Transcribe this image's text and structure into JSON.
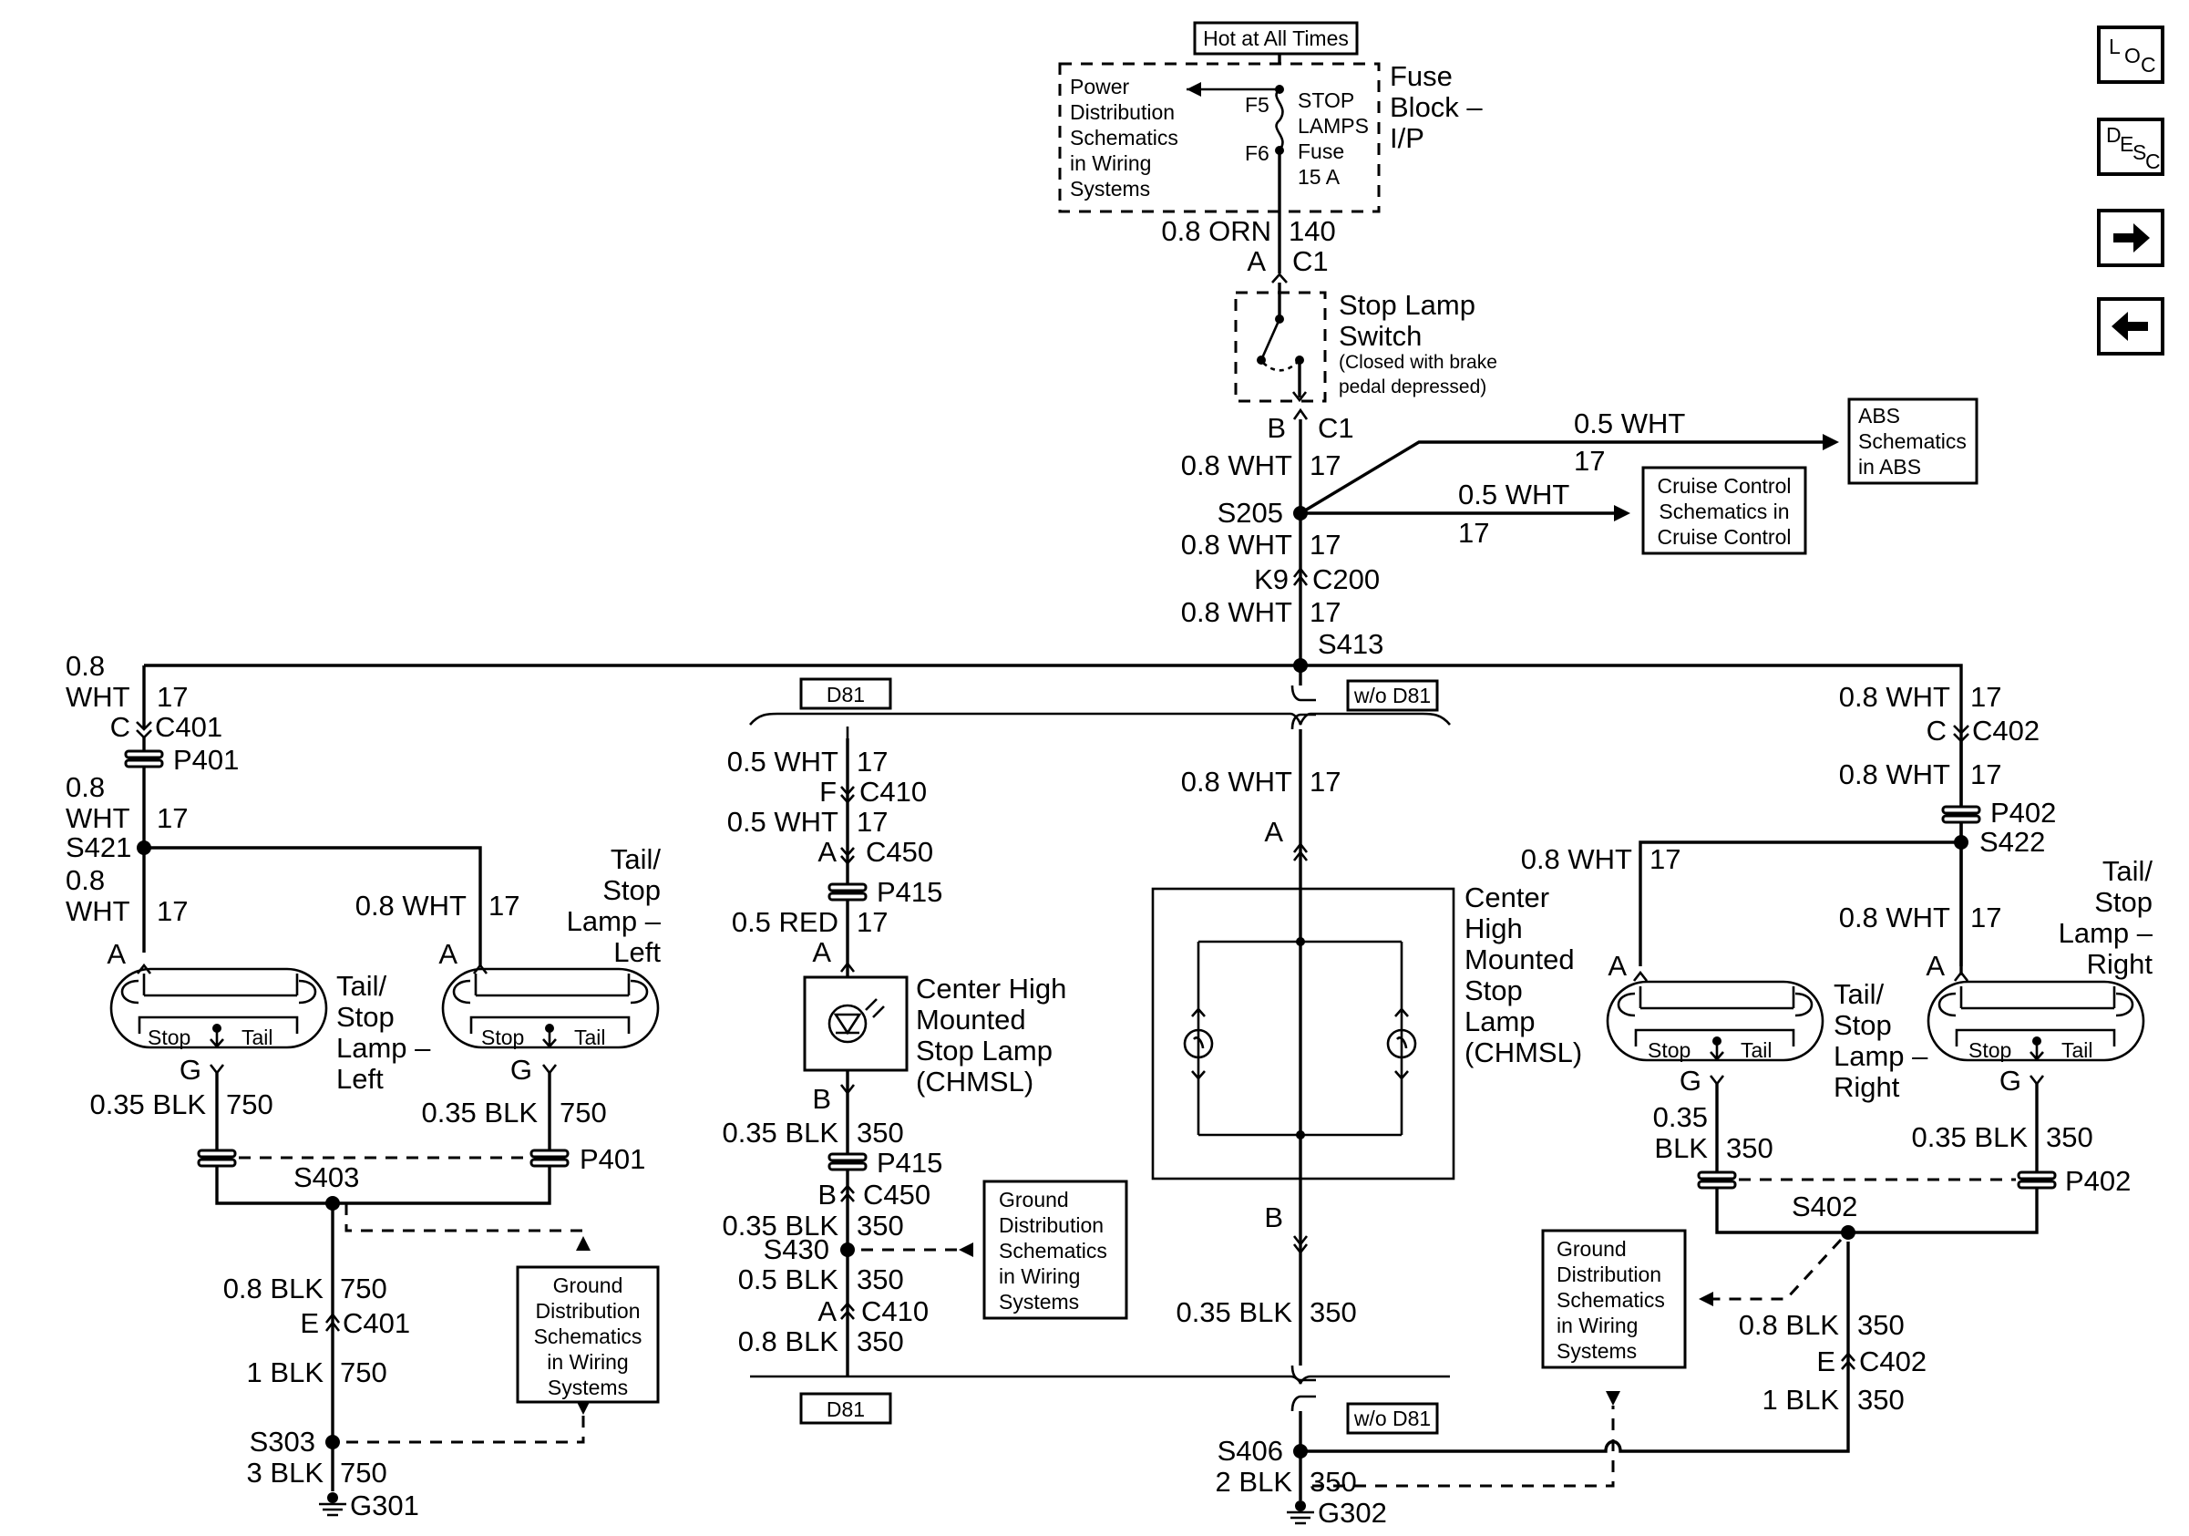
{
  "nav": {
    "loc_1": "L",
    "loc_2": "O",
    "loc_3": "C",
    "desc_1": "D",
    "desc_2": "E",
    "desc_3": "S",
    "desc_4": "C"
  },
  "top": {
    "hot_label": "Hot at All Times",
    "pds_1": "Power",
    "pds_2": "Distribution",
    "pds_3": "Schematics",
    "pds_4": "in Wiring",
    "pds_5": "Systems",
    "f5": "F5",
    "f6": "F6",
    "fuse_1": "STOP",
    "fuse_2": "LAMPS",
    "fuse_3": "Fuse",
    "fuse_4": "15 A",
    "block_1": "Fuse",
    "block_2": "Block –",
    "block_3": "I/P",
    "wire_140": "0.8 ORN",
    "circ_140": "140",
    "pin_a": "A",
    "conn_c1a": "C1",
    "sw_1": "Stop Lamp",
    "sw_2": "Switch",
    "sw_3": "(Closed with brake",
    "sw_4": "pedal depressed)",
    "pin_b": "B",
    "conn_c1b": "C1"
  },
  "mid": {
    "wire1": "0.8 WHT",
    "circ1": "17",
    "s205": "S205",
    "abs_wire": "0.5 WHT",
    "abs_circ": "17",
    "abs_1": "ABS",
    "abs_2": "Schematics",
    "abs_3": "in ABS",
    "cc_wire": "0.5 WHT",
    "cc_circ": "17",
    "cc_1": "Cruise Control",
    "cc_2": "Schematics in",
    "cc_3": "Cruise Control",
    "wire2": "0.8 WHT",
    "circ2": "17",
    "k9": "K9",
    "c200": "C200",
    "wire3": "0.8 WHT",
    "circ3": "17",
    "s413": "S413"
  },
  "left": {
    "w0a": "0.8",
    "w0b": "WHT",
    "c0": "17",
    "pin_c": "C",
    "c401": "C401",
    "p401": "P401",
    "w1a": "0.8",
    "w1b": "WHT",
    "c1": "17",
    "s421": "S421",
    "w2a": "0.8",
    "w2b": "WHT",
    "c2": "17",
    "w3": "0.8 WHT",
    "c3": "17",
    "lamp2_1": "Tail/",
    "lamp2_2": "Stop",
    "lamp2_3": "Lamp –",
    "lamp2_4": "Left",
    "lamp1_1": "Tail/",
    "lamp1_2": "Stop",
    "lamp1_3": "Lamp –",
    "lamp1_4": "Left",
    "pin_a1": "A",
    "pin_a2": "A",
    "stop": "Stop",
    "tail": "Tail",
    "pin_g1": "G",
    "pin_g2": "G",
    "w4": "0.35 BLK",
    "c4": "750",
    "w5": "0.35 BLK",
    "c5": "750",
    "p401b": "P401",
    "s403": "S403",
    "w6": "0.8 BLK",
    "c6": "750",
    "pin_e": "E",
    "c401b": "C401",
    "w7": "1 BLK",
    "c7": "750",
    "s303": "S303",
    "w8": "3 BLK",
    "c8": "750",
    "g301": "G301",
    "gds_1": "Ground",
    "gds_2": "Distribution",
    "gds_3": "Schematics",
    "gds_4": "in Wiring",
    "gds_5": "Systems"
  },
  "center_left": {
    "d81": "D81",
    "w1": "0.5 WHT",
    "c1": "17",
    "pin_f": "F",
    "c410": "C410",
    "w2": "0.5 WHT",
    "c2": "17",
    "pin_a": "A",
    "c450": "C450",
    "p415": "P415",
    "w3": "0.5 RED",
    "c3": "17",
    "pin_a2": "A",
    "chmsl_1": "Center High",
    "chmsl_2": "Mounted",
    "chmsl_3": "Stop Lamp",
    "chmsl_4": "(CHMSL)",
    "pin_b": "B",
    "w4": "0.35 BLK",
    "c4": "350",
    "p415b": "P415",
    "pin_b2": "B",
    "c450b": "C450",
    "w5": "0.35 BLK",
    "c5": "350",
    "s430": "S430",
    "w6": "0.5 BLK",
    "c6": "350",
    "pin_a3": "A",
    "c410b": "C410",
    "w7": "0.8 BLK",
    "c7": "350",
    "d81b": "D81",
    "gds_1": "Ground",
    "gds_2": "Distribution",
    "gds_3": "Schematics",
    "gds_4": "in Wiring",
    "gds_5": "Systems"
  },
  "center_right": {
    "wod81": "w/o D81",
    "w1": "0.8 WHT",
    "c1": "17",
    "pin_a": "A",
    "chmsl_1": "Center",
    "chmsl_2": "High",
    "chmsl_3": "Mounted",
    "chmsl_4": "Stop",
    "chmsl_5": "Lamp",
    "chmsl_6": "(CHMSL)",
    "pin_b": "B",
    "w2": "0.35 BLK",
    "c2": "350",
    "wod81b": "w/o D81",
    "s406": "S406",
    "w3": "2 BLK",
    "c3": "350",
    "g302": "G302"
  },
  "right": {
    "w0": "0.8 WHT",
    "c0": "17",
    "pin_c": "C",
    "c402": "C402",
    "w1": "0.8 WHT",
    "c1": "17",
    "p402": "P402",
    "s422": "S422",
    "w2": "0.8 WHT",
    "c2": "17",
    "w3": "0.8 WHT",
    "c3": "17",
    "lamp2_1": "Tail/",
    "lamp2_2": "Stop",
    "lamp2_3": "Lamp –",
    "lamp2_4": "Right",
    "lamp1_1": "Tail/",
    "lamp1_2": "Stop",
    "lamp1_3": "Lamp –",
    "lamp1_4": "Right",
    "pin_a1": "A",
    "pin_a2": "A",
    "stop": "Stop",
    "tail": "Tail",
    "pin_g1": "G",
    "pin_g2": "G",
    "w4a": "0.35",
    "w4b": "BLK",
    "c4": "350",
    "w5": "0.35 BLK",
    "c5": "350",
    "p402b": "P402",
    "s402": "S402",
    "w6": "0.8 BLK",
    "c6": "350",
    "pin_e": "E",
    "c402b": "C402",
    "w7": "1 BLK",
    "c7": "350",
    "gds_1": "Ground",
    "gds_2": "Distribution",
    "gds_3": "Schematics",
    "gds_4": "in Wiring",
    "gds_5": "Systems"
  }
}
